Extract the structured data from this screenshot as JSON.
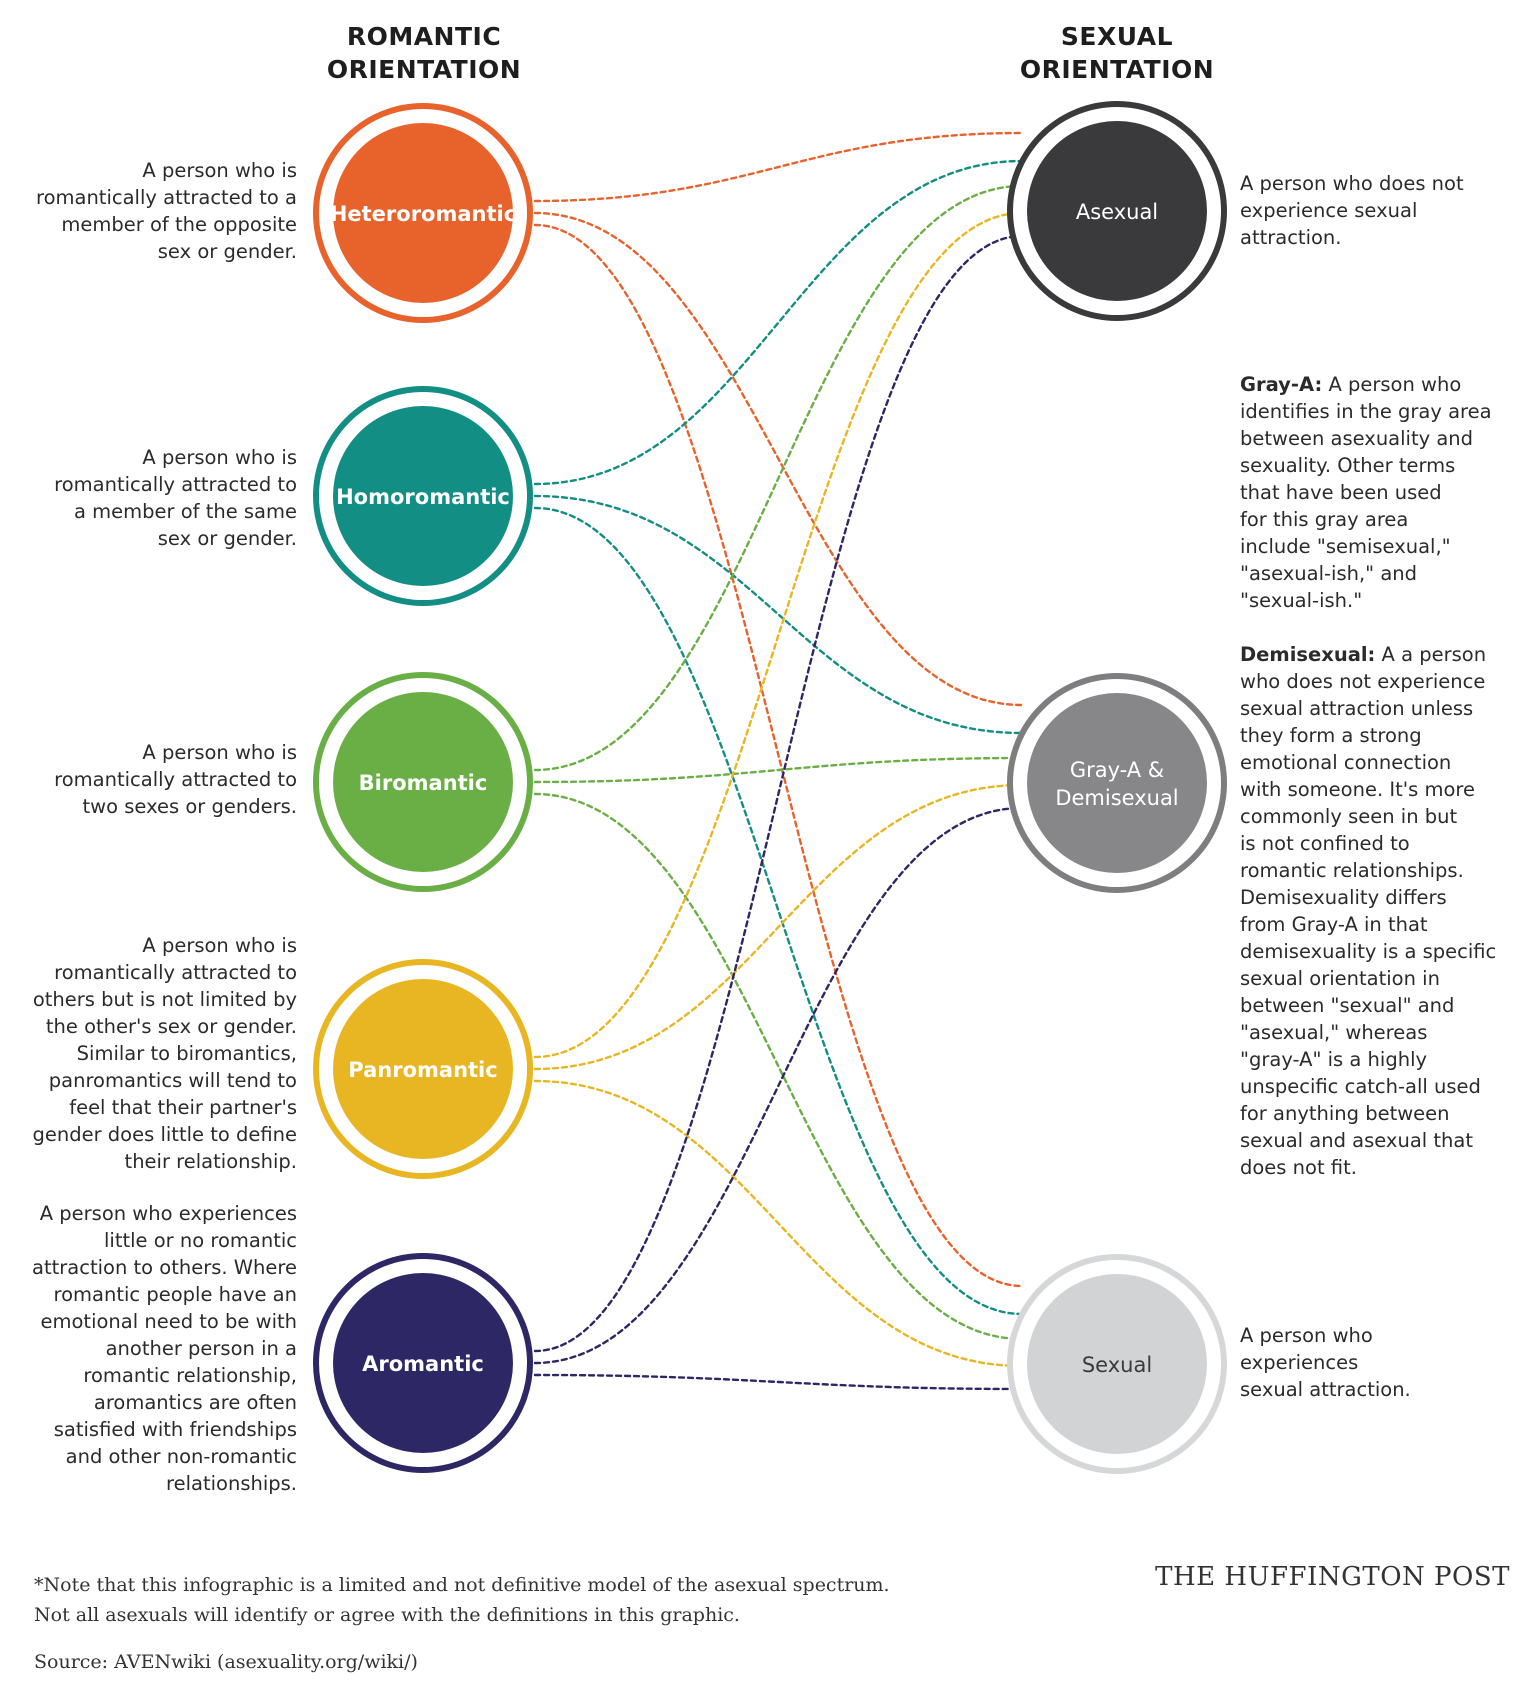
{
  "headers": {
    "romantic": [
      "ROMANTIC",
      "ORIENTATION"
    ],
    "sexual": [
      "SEXUAL",
      "ORIENTATION"
    ]
  },
  "romantic_nodes": [
    {
      "id": "hetero",
      "label": [
        "Heteroromantic"
      ],
      "color": "#E8622C",
      "description": [
        "A person who is",
        "romantically attracted to a",
        "member of the opposite",
        "sex or gender."
      ]
    },
    {
      "id": "homo",
      "label": [
        "Homoromantic"
      ],
      "color": "#138E84",
      "description": [
        "A person who is",
        "romantically attracted to",
        "a member of the same",
        "sex or gender."
      ]
    },
    {
      "id": "bi",
      "label": [
        "Biromantic"
      ],
      "color": "#6AAF45",
      "description": [
        "A person who is",
        "romantically attracted to",
        "two sexes or genders."
      ]
    },
    {
      "id": "pan",
      "label": [
        "Panromantic"
      ],
      "color": "#E8B622",
      "description": [
        "A person who is",
        "romantically attracted to",
        "others but is not limited by",
        "the other's sex or gender.",
        "Similar to biromantics,",
        "panromantics will tend to",
        "feel that their partner's",
        "gender does little to define",
        "their relationship."
      ]
    },
    {
      "id": "aro",
      "label": [
        "Aromantic"
      ],
      "color": "#2D2766",
      "description": [
        "A person who experiences",
        "little or no romantic",
        "attraction to others. Where",
        "romantic people have an",
        "emotional need to be with",
        "another person in a",
        "romantic relationship,",
        "aromantics are often",
        "satisfied with friendships",
        "and other non-romantic",
        "relationships."
      ]
    }
  ],
  "sexual_nodes": [
    {
      "id": "asexual",
      "label": [
        "Asexual"
      ],
      "color": "#3A3A3C",
      "ring": "#3A3A3C",
      "text_color": "#FFFFFF",
      "description": [
        "A person who does not",
        "experience sexual",
        "attraction."
      ]
    },
    {
      "id": "graya",
      "label": [
        "Gray-A &",
        "Demisexual"
      ],
      "color": "#87878A",
      "ring": "#7E7E81",
      "text_color": "#FFFFFF",
      "description": []
    },
    {
      "id": "sexual",
      "label": [
        "Sexual"
      ],
      "color": "#D2D3D5",
      "ring": "#D6D7D9",
      "text_color": "#3A3A3A",
      "description": [
        "A person who",
        "experiences",
        "sexual attraction."
      ]
    }
  ],
  "gray_a": {
    "title": "Gray-A:",
    "lines": [
      " A person who",
      "identifies in the gray area",
      "between asexuality and",
      "sexuality. Other terms",
      "that have been used",
      "for this gray area",
      "include \"semisexual,\"",
      "\"asexual-ish,\" and",
      "\"sexual-ish.\""
    ]
  },
  "demisexual": {
    "title": "Demisexual:",
    "lines": [
      " A a person",
      "who does not experience",
      "sexual attraction unless",
      "they form a strong",
      "emotional connection",
      "with someone. It's more",
      "commonly seen in but",
      "is not confined to",
      "romantic relationships.",
      "Demisexuality differs",
      "from Gray-A in that",
      "demisexuality is a specific",
      "sexual orientation in",
      "between \"sexual\" and",
      "\"asexual,\" whereas",
      "\"gray-A\" is a highly",
      "unspecific catch-all used",
      "for anything between",
      "sexual and asexual that",
      "does not fit."
    ]
  },
  "connections": [
    {
      "from": "hetero",
      "to": "asexual"
    },
    {
      "from": "hetero",
      "to": "graya"
    },
    {
      "from": "hetero",
      "to": "sexual"
    },
    {
      "from": "homo",
      "to": "asexual"
    },
    {
      "from": "homo",
      "to": "graya"
    },
    {
      "from": "homo",
      "to": "sexual"
    },
    {
      "from": "bi",
      "to": "asexual"
    },
    {
      "from": "bi",
      "to": "graya"
    },
    {
      "from": "bi",
      "to": "sexual"
    },
    {
      "from": "pan",
      "to": "asexual"
    },
    {
      "from": "pan",
      "to": "graya"
    },
    {
      "from": "pan",
      "to": "sexual"
    },
    {
      "from": "aro",
      "to": "asexual"
    },
    {
      "from": "aro",
      "to": "graya"
    },
    {
      "from": "aro",
      "to": "sexual"
    }
  ],
  "footer": {
    "note": [
      "*Note that this infographic is a limited and not definitive model of the asexual spectrum.",
      "Not all asexuals will identify or agree with the definitions in this graphic."
    ],
    "source": "Source: AVENwiki (asexuality.org/wiki/)",
    "brand": "THE HUFFINGTON POST"
  }
}
